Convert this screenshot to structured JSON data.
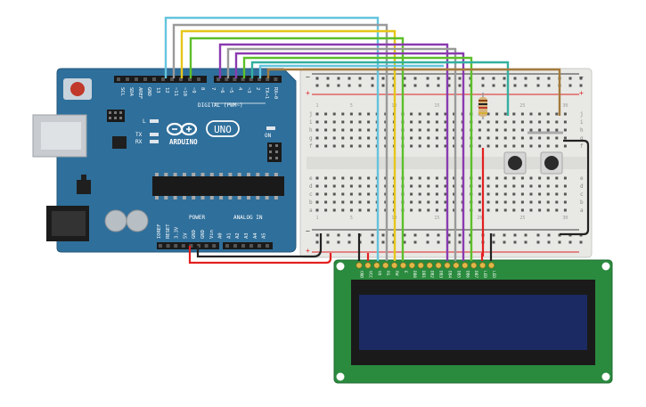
{
  "arduino": {
    "logo_text": "ARDUINO",
    "model_badge": "UNO",
    "digital_header": "DIGITAL (PWM~)",
    "power_header": "POWER",
    "analog_header": "ANALOG IN",
    "on_label": "ON",
    "led_l": "L",
    "led_tx": "TX",
    "led_rx": "RX",
    "top_pins": [
      "SCL",
      "SDA",
      "AREF",
      "GND",
      "13",
      "12",
      "~11",
      "~10",
      "~9",
      "8",
      "7",
      "~6",
      "~5",
      "4",
      "~3",
      "2",
      "TX→1",
      "RX←0"
    ],
    "bottom_pins": [
      "IOREF",
      "RESET",
      "3.3V",
      "5V",
      "GND",
      "GND",
      "Vin",
      "A0",
      "A1",
      "A2",
      "A3",
      "A4",
      "A5"
    ]
  },
  "breadboard": {
    "col_numbers": [
      "1",
      "5",
      "10",
      "15",
      "20",
      "25",
      "30"
    ],
    "row_letters_top": [
      "j",
      "i",
      "h",
      "g",
      "f"
    ],
    "row_letters_bottom": [
      "e",
      "d",
      "c",
      "b",
      "a"
    ]
  },
  "lcd": {
    "pin_labels": [
      "GND",
      "VCC",
      "V0",
      "RS",
      "RW",
      "E",
      "DB0",
      "DB1",
      "DB2",
      "DB3",
      "DB4",
      "DB5",
      "DB6",
      "DB7",
      "LED",
      "LED"
    ]
  },
  "colors": {
    "board": "#2f6f9b",
    "breadboard": "#e6e6e3",
    "lcd_pcb": "#2a8a3e",
    "lcd_screen": "#1b2a63",
    "wire_cyan": "#64c4dd",
    "wire_yellow": "#e6c619",
    "wire_green": "#5cbf2a",
    "wire_purple": "#8a3bb0",
    "wire_gray": "#9a9a9a",
    "wire_teal": "#34b0a0",
    "wire_brown": "#a57a3c",
    "wire_red": "#e32020",
    "wire_black": "#222222"
  }
}
